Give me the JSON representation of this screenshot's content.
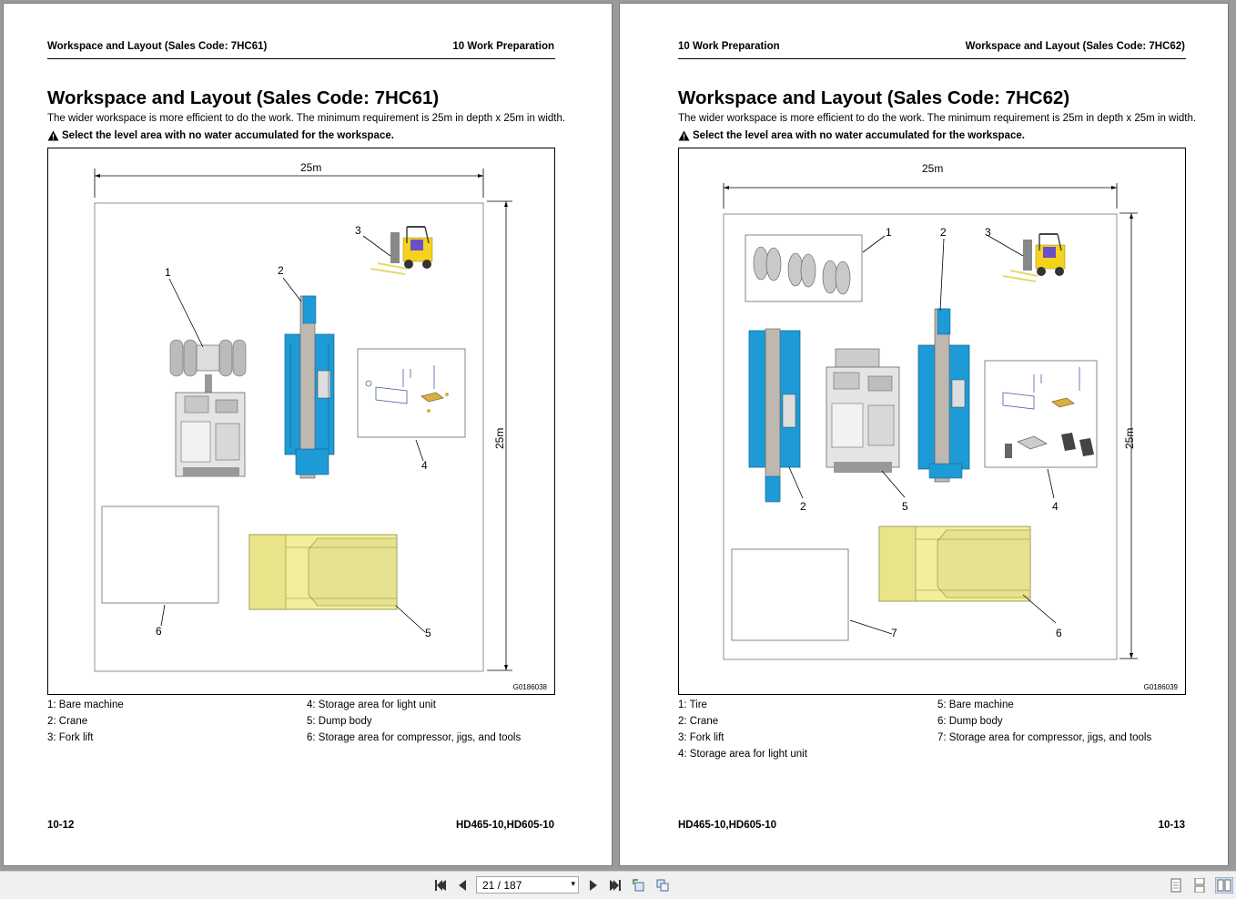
{
  "left_page": {
    "header_left": "Workspace and Layout (Sales Code: 7HC61)",
    "header_right": "10 Work Preparation",
    "title": "Workspace and Layout (Sales Code: 7HC61)",
    "intro": "The wider workspace is more efficient to do the work. The minimum requirement is 25m in depth x 25m in width.",
    "warning": "Select the level area with no water accumulated for the workspace.",
    "figure": {
      "dim_width": "25m",
      "dim_depth": "25m",
      "code": "G0186038",
      "callouts": [
        "1",
        "2",
        "3",
        "4",
        "5",
        "6"
      ]
    },
    "legend": [
      "1: Bare machine",
      "2: Crane",
      "3: Fork lift",
      "4: Storage area for light unit",
      "5: Dump body",
      "6: Storage area for compressor, jigs, and tools"
    ],
    "footer_left": "10-12",
    "footer_right": "HD465-10,HD605-10"
  },
  "right_page": {
    "header_left": "10 Work Preparation",
    "header_right": "Workspace and Layout (Sales Code: 7HC62)",
    "title": "Workspace and Layout (Sales Code: 7HC62)",
    "intro": "The wider workspace is more efficient to do the work. The minimum requirement is 25m in depth x 25m in width.",
    "warning": "Select the level area with no water accumulated for the workspace.",
    "figure": {
      "dim_width": "25m",
      "dim_depth": "25m",
      "code": "G0186039",
      "callouts": [
        "1",
        "2",
        "3",
        "4",
        "5",
        "6",
        "7"
      ]
    },
    "legend": [
      "1: Tire",
      "2: Crane",
      "3: Fork lift",
      "4: Storage area for light unit",
      "5: Bare machine",
      "6: Dump body",
      "7: Storage area for compressor, jigs, and tools"
    ],
    "footer_left": "HD465-10,HD605-10",
    "footer_right": "10-13"
  },
  "toolbar": {
    "page_indicator": "21 / 187",
    "icons": [
      "first-page-icon",
      "prev-page-icon",
      "next-page-icon",
      "last-page-icon",
      "rotate-icon",
      "fit-icon",
      "single-page-icon",
      "continuous-icon",
      "facing-icon"
    ]
  },
  "colors": {
    "machine_blue": "#1e9bd7",
    "dump_yellow": "#f2ef9a",
    "fork_yellow": "#f5d21c",
    "fork_purple": "#6a4fc8"
  }
}
